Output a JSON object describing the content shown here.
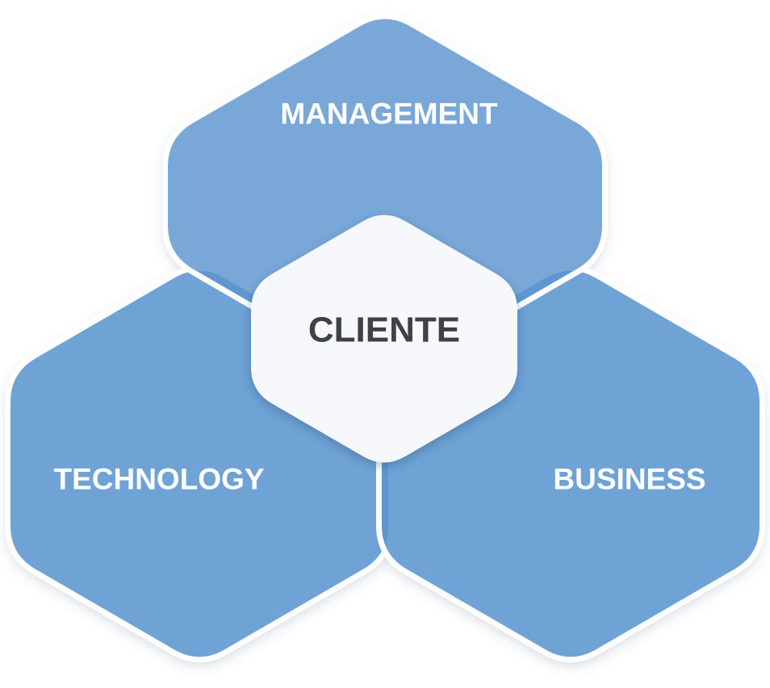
{
  "diagram": {
    "segments": [
      {
        "id": "management",
        "label": "MANAGEMENT"
      },
      {
        "id": "technology",
        "label": "TECHNOLOGY"
      },
      {
        "id": "business",
        "label": "BUSINESS"
      }
    ],
    "center": {
      "label": "CLIENTE"
    },
    "colors": {
      "hex_fill": "#5b95cf",
      "overlap_fill": "#3a7ec4",
      "hex_outline": "#ffffff",
      "center_fill": "#f6f8fc",
      "center_text": "#3f4245",
      "label_text": "#ffffff"
    }
  }
}
